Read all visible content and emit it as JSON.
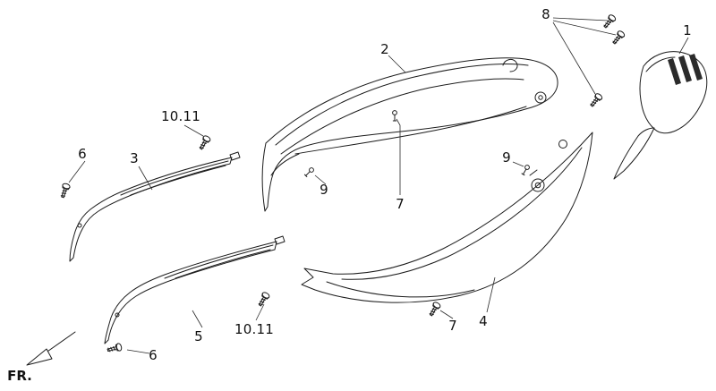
{
  "figure": {
    "type": "exploded-parts-diagram",
    "description": "Body cover exploded view line drawing"
  },
  "colors": {
    "background": "#ffffff",
    "line": "#1c1c1c"
  },
  "fr_label": "FR.",
  "callouts": [
    {
      "label": "8"
    },
    {
      "label": "1"
    },
    {
      "label": "2"
    },
    {
      "label": "10.11"
    },
    {
      "label": "6"
    },
    {
      "label": "3"
    },
    {
      "label": "9"
    },
    {
      "label": "9"
    },
    {
      "label": "7"
    },
    {
      "label": "4"
    },
    {
      "label": "7"
    },
    {
      "label": "5"
    },
    {
      "label": "10.11"
    },
    {
      "label": "6"
    }
  ]
}
